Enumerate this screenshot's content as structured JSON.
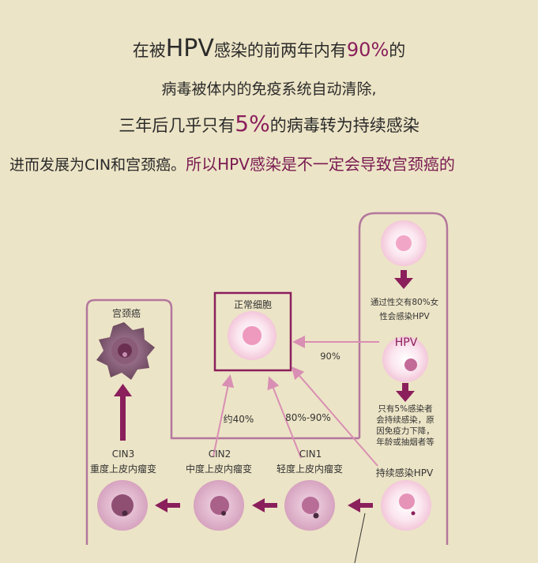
{
  "header": {
    "line1": {
      "pre": "在被",
      "big": "HPV",
      "mid": "感染的前两年内有",
      "pct": "90%",
      "post": "的"
    },
    "line2": "病毒被体内的免疫系统自动清除,",
    "line3": {
      "pre": "三年后几乎只有",
      "pct": "5%",
      "post": "的病毒转为持续感染"
    },
    "line4": {
      "pre": "进而发展为CIN和宫颈癌。",
      "highlight": "所以HPV感染是不一定会导致宫颈癌的"
    }
  },
  "diagram": {
    "normal_cell": "正常细胞",
    "cervical_cancer": "宫颈癌",
    "sexual_note_1": "通过性交有80%女",
    "sexual_note_2": "性会感染HPV",
    "hpv": "HPV",
    "pct_90": "90%",
    "pct_40": "约40%",
    "pct_80_90": "80%-90%",
    "persist_note": [
      "只有5%感染者",
      "会持续感染，原",
      "因免疫力下降，",
      "年龄或抽烟者等"
    ],
    "cin3_code": "CIN3",
    "cin3_name": "重度上皮内瘤变",
    "cin2_code": "CIN2",
    "cin2_name": "中度上皮内瘤变",
    "cin1_code": "CIN1",
    "cin1_name": "轻度上皮内瘤变",
    "persistent_hpv": "持续感染HPV",
    "colors": {
      "outline": "#b3779d",
      "accent": "#8a1f5c",
      "arrow_light": "#d98fb3"
    }
  }
}
